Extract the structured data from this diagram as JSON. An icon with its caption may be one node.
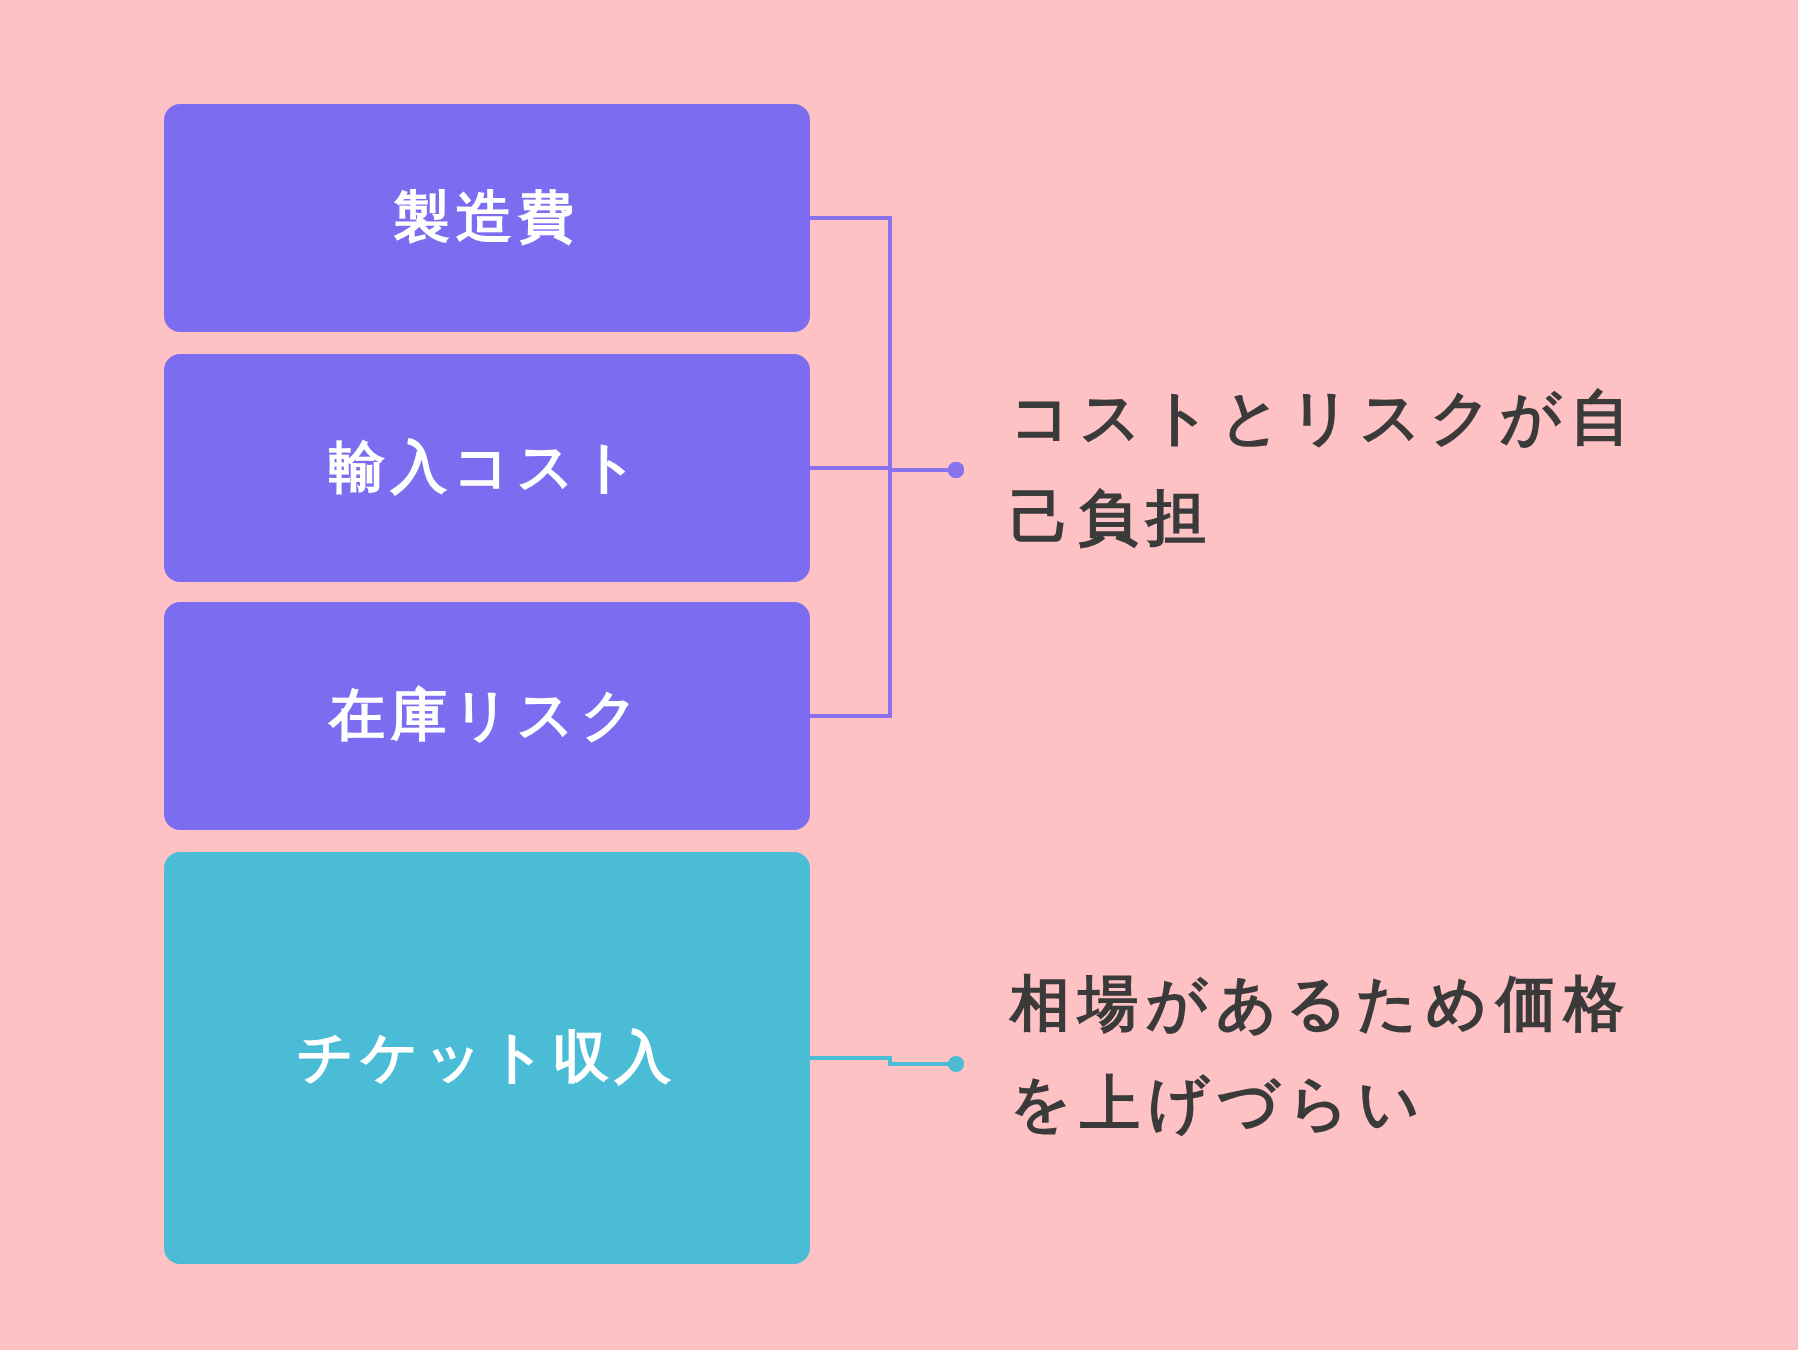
{
  "diagram": {
    "nodes": [
      {
        "text": [
          "製造費"
        ]
      },
      {
        "text": [
          "輸入コスト"
        ]
      },
      {
        "text": [
          "在庫リスク"
        ]
      },
      {
        "text": [
          "チケット収入"
        ]
      },
      {
        "text": [
          "コストとリスクが自己負担"
        ]
      },
      {
        "text": [
          "相場があるため価格を上げづらい"
        ]
      }
    ],
    "edges": [
      {
        "from": 0,
        "to": 4,
        "arrow": "other"
      },
      {
        "from": 1,
        "to": 4,
        "arrow": "other"
      },
      {
        "from": 2,
        "to": 4,
        "arrow": "other"
      },
      {
        "from": 3,
        "to": 5,
        "arrow": "other",
        "color": "#4bbcd6"
      }
    ]
  }
}
